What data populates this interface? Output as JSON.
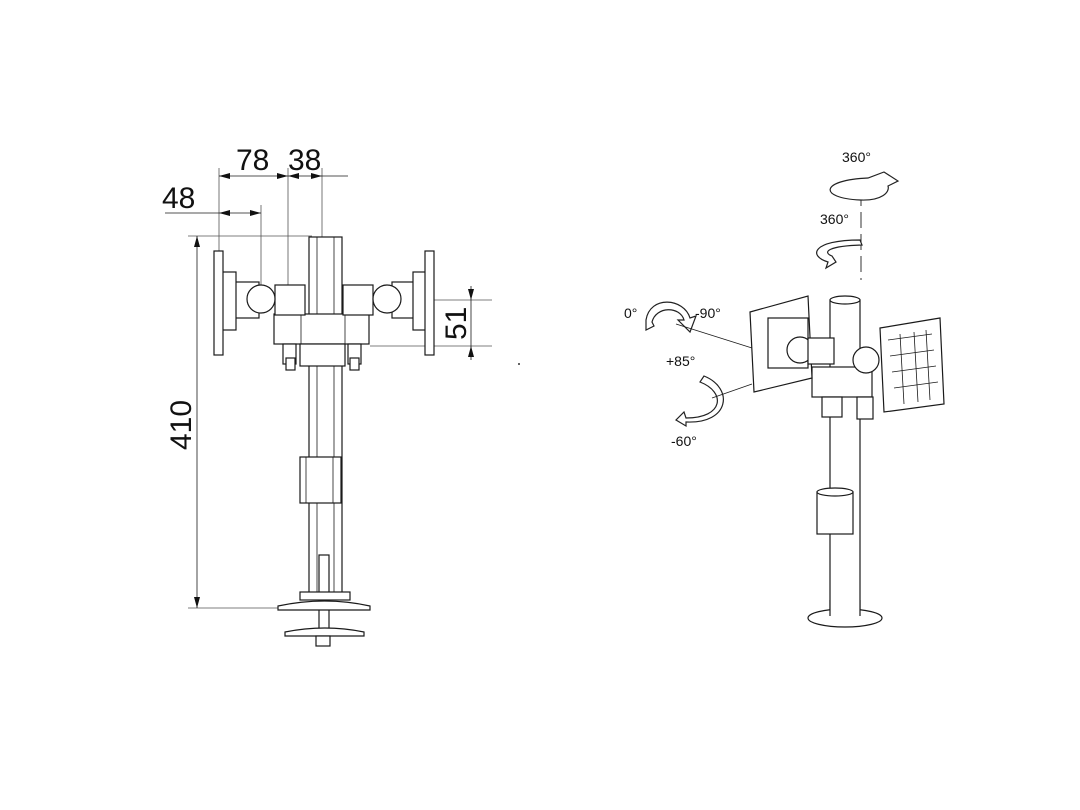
{
  "front_view": {
    "dimensions": {
      "arm_width": "78",
      "pole_width": "38",
      "plate_offset": "48",
      "total_height": "410",
      "vertical_offset": "51"
    }
  },
  "iso_view": {
    "angles": {
      "pole_rotation": "360°",
      "arm_rotation": "360°",
      "swivel_left_partial": "0°",
      "swivel_right": "-90°",
      "tilt_up": "+85°",
      "tilt_down": "-60°"
    }
  }
}
